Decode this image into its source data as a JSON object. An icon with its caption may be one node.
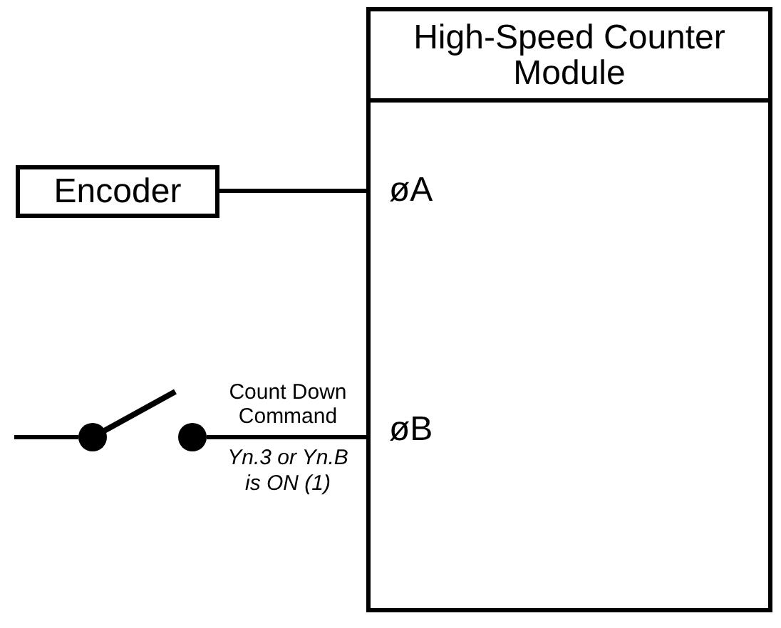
{
  "diagram": {
    "nodes": [
      {
        "text": [
          "High-Speed Counter Module"
        ]
      },
      {
        "text": [
          "Encoder"
        ]
      },
      {
        "text": [
          "øA"
        ],
        "in": 0
      },
      {
        "text": [],
        "shape": "switch"
      },
      {
        "text": [
          "øB"
        ],
        "in": 0
      }
    ],
    "edges": [
      {
        "from": 1,
        "to": 2,
        "arrow": "none"
      },
      {
        "from": null,
        "to": 3,
        "arrow": "none"
      },
      {
        "from": 3,
        "to": 4,
        "arrow": "none",
        "label": "Count Down Command"
      }
    ],
    "labels": [
      "Yn.3 or Yn.B is ON (1)"
    ]
  }
}
